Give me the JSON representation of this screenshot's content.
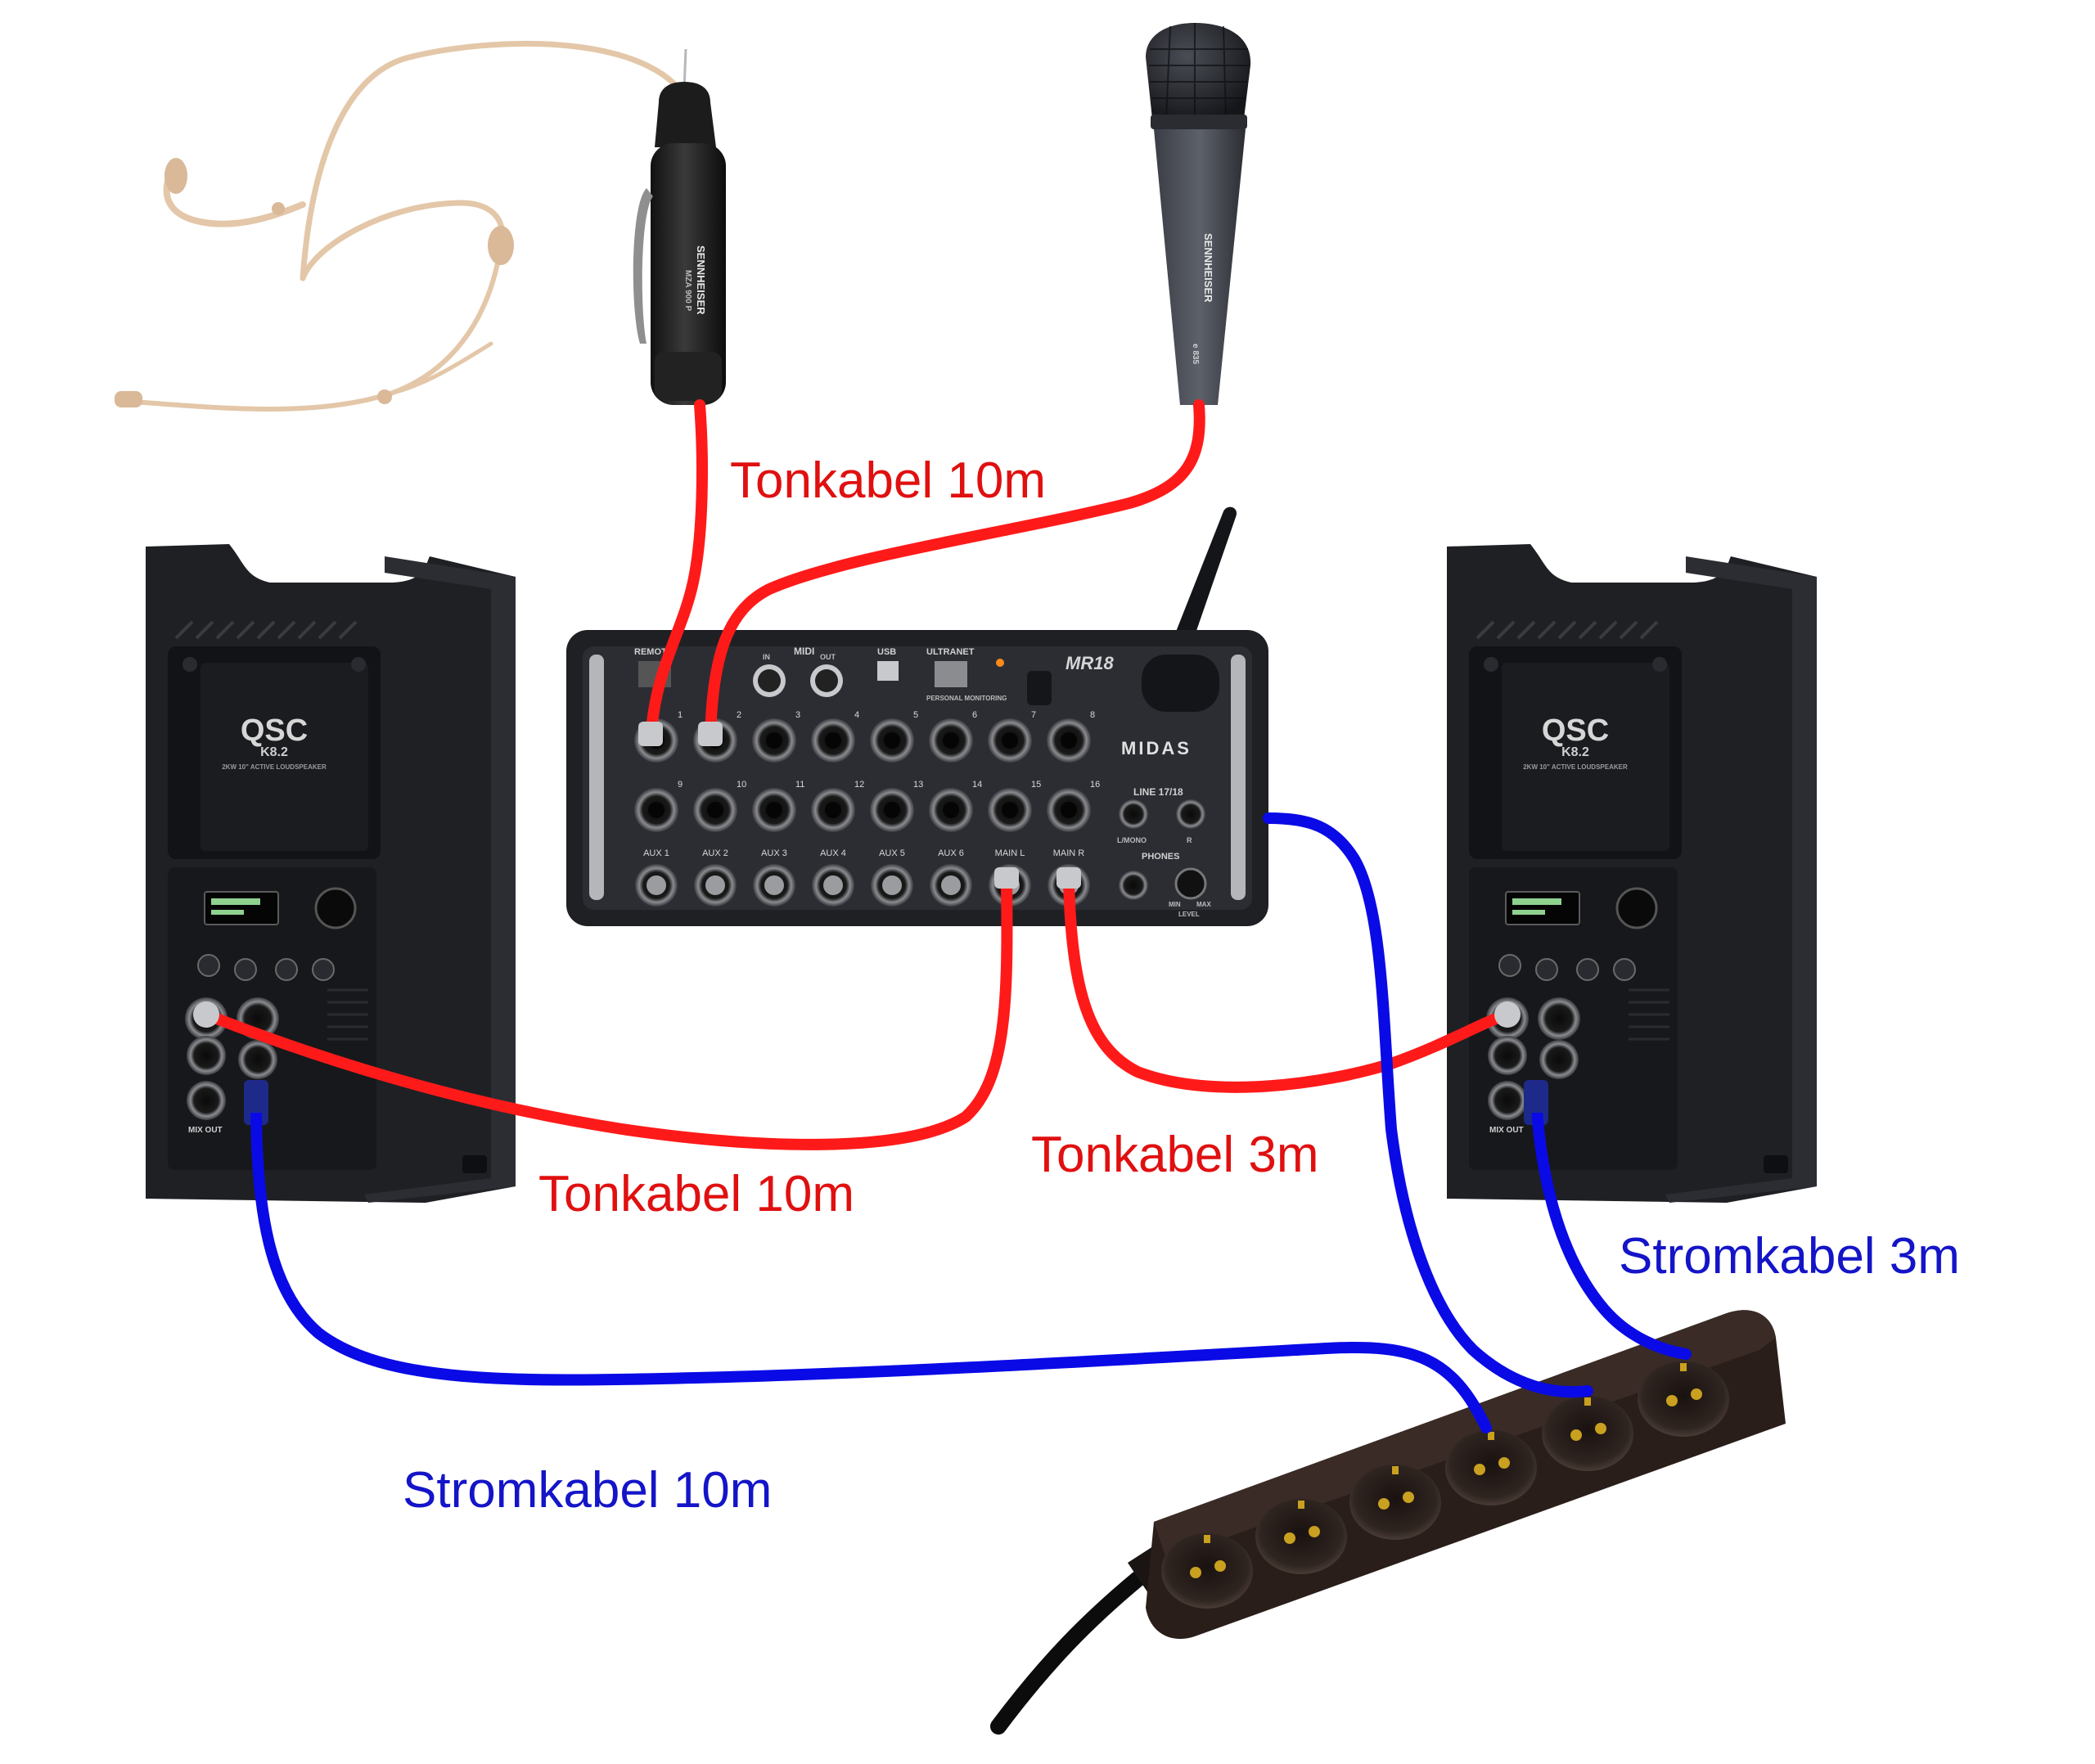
{
  "colors": {
    "signal_cable": "#ff1a1a",
    "power_cable": "#0a0ae6",
    "label_signal": "#e01010",
    "label_power": "#1414c8",
    "device_body": "#1f2024",
    "device_dark": "#101114",
    "panel": "#2b2d33",
    "skin_headset": "#e3c7a8",
    "powerstrip": "#2a1e1a"
  },
  "labels": {
    "tonkabel_mics": "Tonkabel 10m",
    "tonkabel_left": "Tonkabel 10m",
    "tonkabel_right": "Tonkabel 3m",
    "stromkabel_right": "Stromkabel 3m",
    "stromkabel_left": "Stromkabel 10m"
  },
  "speaker_left": {
    "brand": "QSC",
    "model": "K8.2",
    "subtitle": "2KW 10\" ACTIVE LOUDSPEAKER",
    "mix_out": "MIX OUT"
  },
  "speaker_right": {
    "brand": "QSC",
    "model": "K8.2",
    "subtitle": "2KW 10\" ACTIVE LOUDSPEAKER",
    "mix_out": "MIX OUT"
  },
  "mixer": {
    "model": "MR18",
    "brand": "MIDAS",
    "remote": "REMOTE",
    "midi": "MIDI",
    "midi_in": "IN",
    "midi_out": "OUT",
    "usb": "USB",
    "ultranet": "ULTRANET",
    "personal_monitoring": "PERSONAL MONITORING",
    "line": "LINE 17/18",
    "line_l": "L/MONO",
    "line_r": "R",
    "phones": "PHONES",
    "level_min": "MIN",
    "level_max": "MAX",
    "level": "LEVEL",
    "inputs_top": [
      "1",
      "2",
      "3",
      "4",
      "5",
      "6",
      "7",
      "8"
    ],
    "inputs_bottom": [
      "9",
      "10",
      "11",
      "12",
      "13",
      "14",
      "15",
      "16"
    ],
    "outputs": [
      "AUX 1",
      "AUX 2",
      "AUX 3",
      "AUX 4",
      "AUX 5",
      "AUX 6",
      "MAIN L",
      "MAIN R"
    ]
  },
  "bodypack": {
    "brand": "SENNHEISER",
    "model": "MZA 900 P"
  },
  "handheld": {
    "brand": "SENNHEISER",
    "model": "e 835"
  }
}
